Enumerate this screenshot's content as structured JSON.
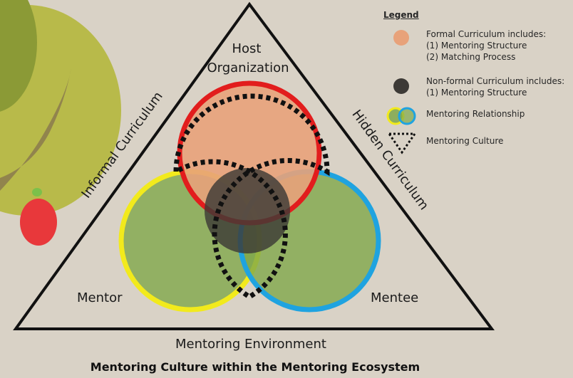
{
  "diagram": {
    "corners": {
      "top_line1": "Host",
      "top_line2": "Organization",
      "left": "Mentor",
      "right": "Mentee"
    },
    "sides": {
      "left": "Informal Curriculum",
      "right": "Hidden Curriculum",
      "bottom": "Mentoring Environment"
    }
  },
  "legend": {
    "title": "Legend",
    "formal": {
      "title": "Formal Curriculum includes:",
      "items": [
        "(1)  Mentoring Structure",
        "(2)  Matching Process"
      ]
    },
    "nonformal": {
      "title": "Non-formal Curriculum includes:",
      "items": [
        "(1) Mentoring Structure"
      ]
    },
    "relationship": "Mentoring Relationship",
    "culture": "Mentoring Culture"
  },
  "caption": "Mentoring Culture within the Mentoring Ecosystem",
  "colors": {
    "background": "#d9d2c6",
    "host_circle_outline": "#e21d1d",
    "mentor_circle_outline": "#f2ea1c",
    "mentee_circle_outline": "#1fa3e0",
    "formal_fill": "#e8a27a",
    "nonformal_fill": "#3d3a36",
    "relationship_fill": "#7fa84a",
    "culture_outline": "#111111",
    "tree_crown": "#b8ba4a",
    "tree_trunk": "#8a7a4e",
    "apple": "#e8383b"
  }
}
